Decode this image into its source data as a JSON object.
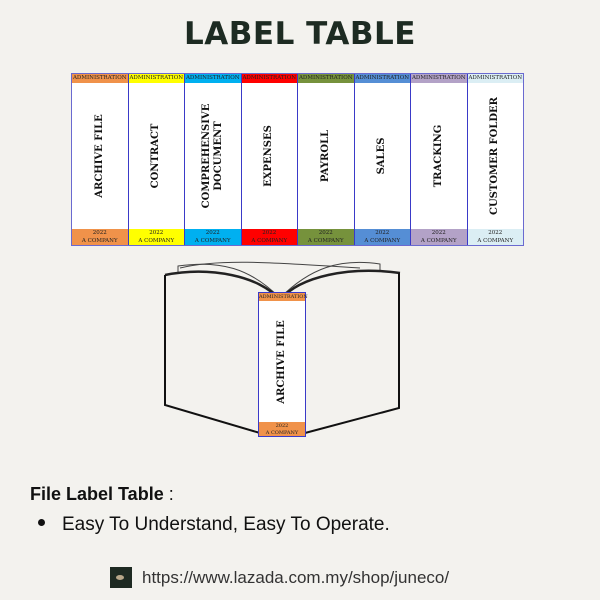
{
  "title": "LABEL TABLE",
  "labels": [
    {
      "header": "ADMINISTRATION",
      "name": "ARCHIVE FILE",
      "year": "2022",
      "company": "A COMPANY",
      "color": "#f0924a"
    },
    {
      "header": "ADMINISTRATION",
      "name": "CONTRACT",
      "year": "2022",
      "company": "A COMPANY",
      "color": "#ffff00"
    },
    {
      "header": "ADMINISTRATION",
      "name": "COMPREHENSIVE DOCUMENT",
      "year": "2022",
      "company": "A COMPANY",
      "color": "#00b0f0"
    },
    {
      "header": "ADMINISTRATION",
      "name": "EXPENSES",
      "year": "2022",
      "company": "A COMPANY",
      "color": "#ff0000"
    },
    {
      "header": "ADMINISTRATION",
      "name": "PAYROLL",
      "year": "2022",
      "company": "A COMPANY",
      "color": "#76923c"
    },
    {
      "header": "ADMINISTRATION",
      "name": "SALES",
      "year": "2022",
      "company": "A COMPANY",
      "color": "#558ed5"
    },
    {
      "header": "ADMINISTRATION",
      "name": "TRACKING",
      "year": "2022",
      "company": "A COMPANY",
      "color": "#b3a2c7"
    },
    {
      "header": "ADMINISTRATION",
      "name": "CUSTOMER FOLDER",
      "year": "2022",
      "company": "A COMPANY",
      "color": "#dbeef4"
    }
  ],
  "book_label": {
    "header": "ADMINISTRATION",
    "name": "ARCHIVE FILE",
    "year": "2022",
    "company": "A COMPANY",
    "color": "#f0924a"
  },
  "subtitle": {
    "bold": "File Label Table",
    "suffix": " :"
  },
  "bullets": [
    "Easy To Understand, Easy To Operate."
  ],
  "footer": {
    "icon": "shop-logo-icon",
    "url": "https://www.lazada.com.my/shop/juneco/"
  }
}
